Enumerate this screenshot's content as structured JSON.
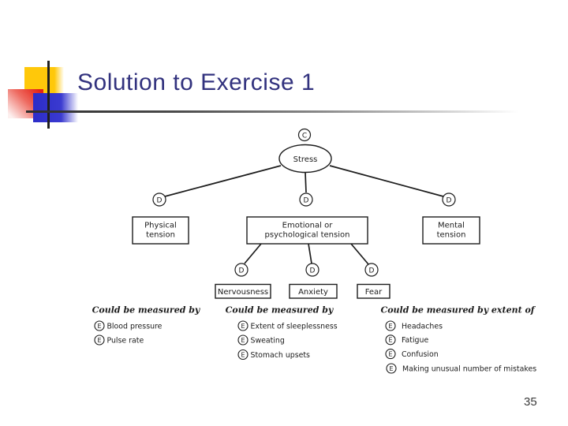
{
  "slide": {
    "title": "Solution to Exercise 1",
    "page_number": "35",
    "colors": {
      "title_text": "#32327e",
      "logo_yellow": "#ffc80a",
      "logo_red": "#e42318",
      "logo_blue": "#2c2cc8",
      "diagram_ink": "#1c1c1c"
    }
  },
  "diagram": {
    "root": {
      "grade": "C",
      "label": "Stress"
    },
    "level1": [
      {
        "grade": "D",
        "label_line1": "Physical",
        "label_line2": "tension"
      },
      {
        "grade": "D",
        "label_line1": "Emotional or",
        "label_line2": "psychological tension"
      },
      {
        "grade": "D",
        "label_line1": "Mental",
        "label_line2": "tension"
      }
    ],
    "level2": [
      {
        "grade": "D",
        "label": "Nervousness"
      },
      {
        "grade": "D",
        "label": "Anxiety"
      },
      {
        "grade": "D",
        "label": "Fear"
      }
    ],
    "measure_groups": [
      {
        "header": "Could be measured by",
        "items": [
          {
            "grade": "E",
            "label": "Blood pressure"
          },
          {
            "grade": "E",
            "label": "Pulse rate"
          }
        ]
      },
      {
        "header": "Could be measured by",
        "items": [
          {
            "grade": "E",
            "label": "Extent of sleeplessness"
          },
          {
            "grade": "E",
            "label": "Sweating"
          },
          {
            "grade": "E",
            "label": "Stomach upsets"
          }
        ]
      },
      {
        "header": "Could be measured by extent of",
        "items": [
          {
            "grade": "E",
            "label": "Headaches"
          },
          {
            "grade": "E",
            "label": "Fatigue"
          },
          {
            "grade": "E",
            "label": "Confusion"
          },
          {
            "grade": "E",
            "label": "Making unusual number of mistakes"
          }
        ]
      }
    ]
  }
}
